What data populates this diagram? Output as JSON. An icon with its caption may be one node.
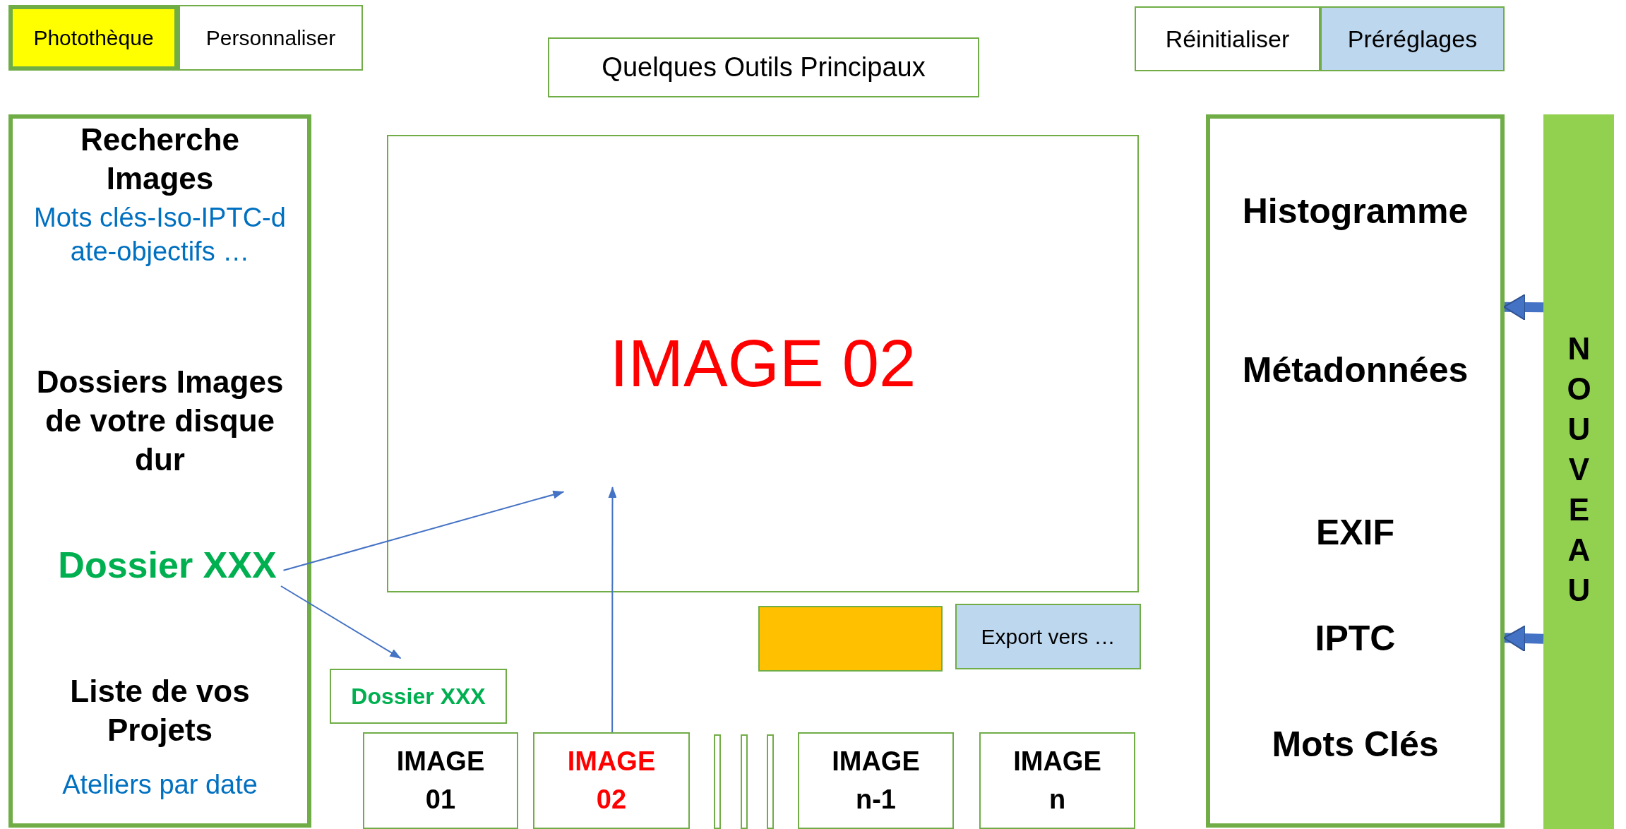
{
  "diagram": {
    "nodes": [
      {
        "text": [
          "Photothèque"
        ]
      },
      {
        "text": [
          "Personnaliser"
        ]
      },
      {
        "text": [
          "Quelques Outils Principaux"
        ]
      },
      {
        "text": [
          "Réinitialiser"
        ]
      },
      {
        "text": [
          "Préréglages"
        ]
      },
      {
        "text": [
          "Recherche Images",
          "Mots clés-Iso-IPTC-date-objectifs …",
          "Dossiers Images de votre disque dur",
          "Liste de vos Projets",
          "Ateliers par date"
        ]
      },
      {
        "text": [
          "Dossier XXX"
        ],
        "in": 5
      },
      {
        "text": [
          "IMAGE 02"
        ]
      },
      {
        "text": [],
        "shape": "box"
      },
      {
        "text": [
          "Export vers …"
        ]
      },
      {
        "text": [
          "Dossier XXX"
        ]
      },
      {
        "text": [
          "IMAGE 01"
        ]
      },
      {
        "text": [
          "IMAGE 02"
        ]
      },
      {
        "text": [],
        "shape": "bar"
      },
      {
        "text": [],
        "shape": "bar"
      },
      {
        "text": [],
        "shape": "bar"
      },
      {
        "text": [
          "IMAGE n-1"
        ]
      },
      {
        "text": [
          "IMAGE n"
        ]
      },
      {
        "text": [
          "Histogramme",
          "Métadonnées",
          "EXIF",
          "IPTC",
          "Mots Clés"
        ]
      },
      {
        "text": [
          "NOUVEAU"
        ]
      }
    ],
    "edges": [
      {
        "from": 6,
        "to": 7,
        "arrow": "to"
      },
      {
        "from": 6,
        "to": 10,
        "arrow": "to"
      },
      {
        "from": 12,
        "to": 7,
        "arrow": "to"
      },
      {
        "from": 19,
        "to": 18,
        "arrow": "to",
        "style": "thick"
      },
      {
        "from": 19,
        "to": 18,
        "arrow": "to",
        "style": "thick"
      }
    ]
  }
}
